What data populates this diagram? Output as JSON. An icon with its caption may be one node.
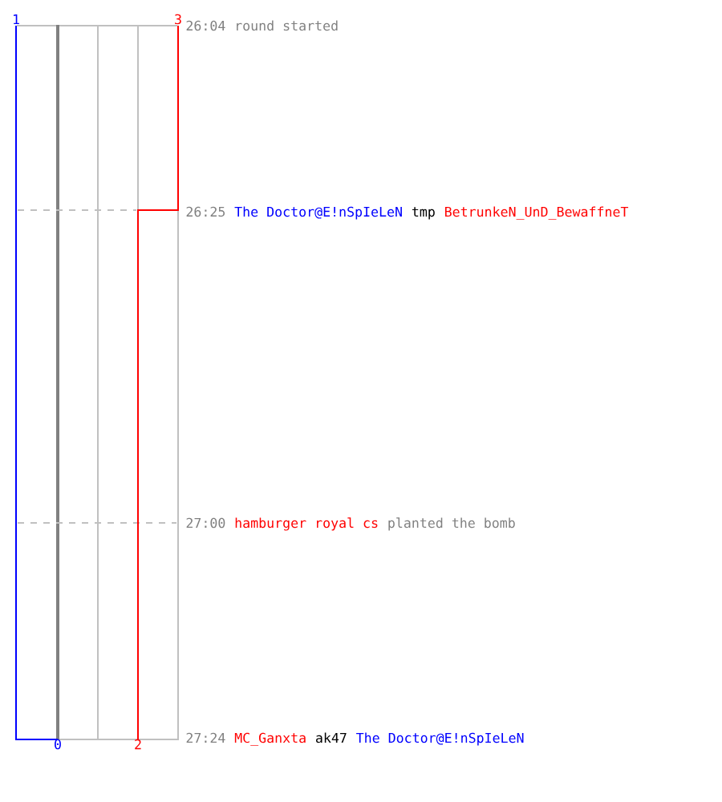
{
  "diagram": {
    "labels": [
      "1",
      "3",
      "26:04",
      "round started",
      "26:25",
      "The Doctor@E!nSpIeLeN",
      "tmp",
      "BetrunkeN_UnD_BewaffneT",
      "27:00",
      "hamburger royal cs",
      "planted the bomb",
      "0",
      "2",
      "27:24",
      "MC_Ganxta",
      "ak47",
      "The Doctor@E!nSpIeLeN"
    ]
  }
}
